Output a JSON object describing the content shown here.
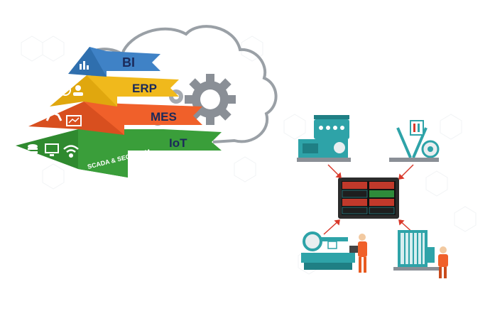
{
  "pyramid": {
    "levels": [
      {
        "label": "BI",
        "color": "#3f82c6"
      },
      {
        "label": "ERP",
        "color": "#f0b91c"
      },
      {
        "label": "MES",
        "color": "#f0602a"
      },
      {
        "label": "IoT",
        "color": "#3a9e3a"
      }
    ],
    "base_label": "SCADA & SECS/GEM"
  },
  "colors": {
    "cloud_outline": "#9aa0a6",
    "gear": "#8a8f96",
    "teal": "#2ea3a8",
    "arrow": "#d9392b",
    "dashboard_frame": "#2b2b2b"
  }
}
